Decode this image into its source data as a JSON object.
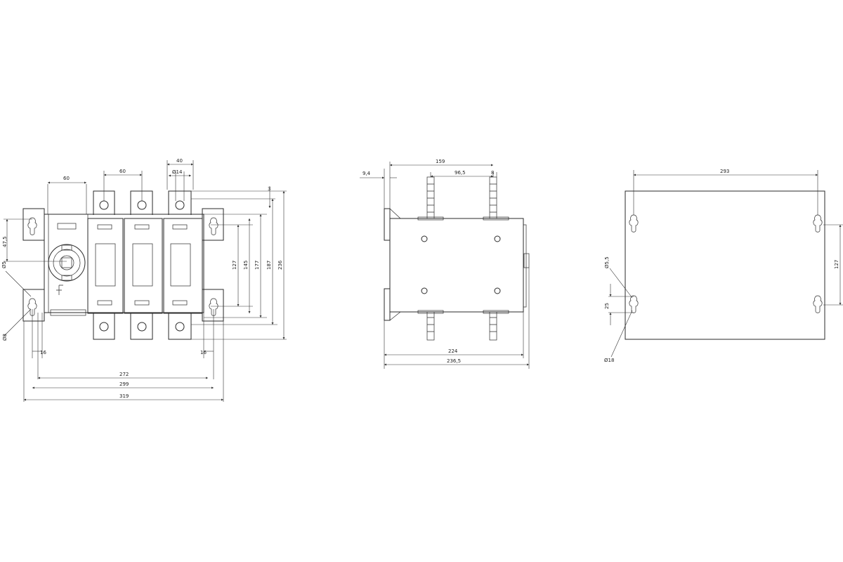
{
  "front_view": {
    "dims": {
      "handle_offset": "60",
      "pole_pitch": "60",
      "terminal_width": "40",
      "terminal_hole": "Ø14",
      "offset_3": "3",
      "h127": "127",
      "h145": "145",
      "h177": "177",
      "h187": "187",
      "h236": "236",
      "mount_47_5": "47,5",
      "hole_dia_small": "Ø5",
      "hole_dia_large": "Ø8",
      "edge_left": "16",
      "edge_right": "16",
      "w272": "272",
      "w299": "299",
      "w319": "319"
    }
  },
  "side_view": {
    "dims": {
      "offset_9_4": "9,4",
      "w159": "159",
      "w96_5": "96,5",
      "w8": "8",
      "depth224": "224",
      "depth236_5": "236,5"
    }
  },
  "mount_view": {
    "dims": {
      "w293": "293",
      "h127": "127",
      "h25": "25",
      "hole_5_5": "Ø5,5",
      "hole_18": "Ø18"
    }
  }
}
